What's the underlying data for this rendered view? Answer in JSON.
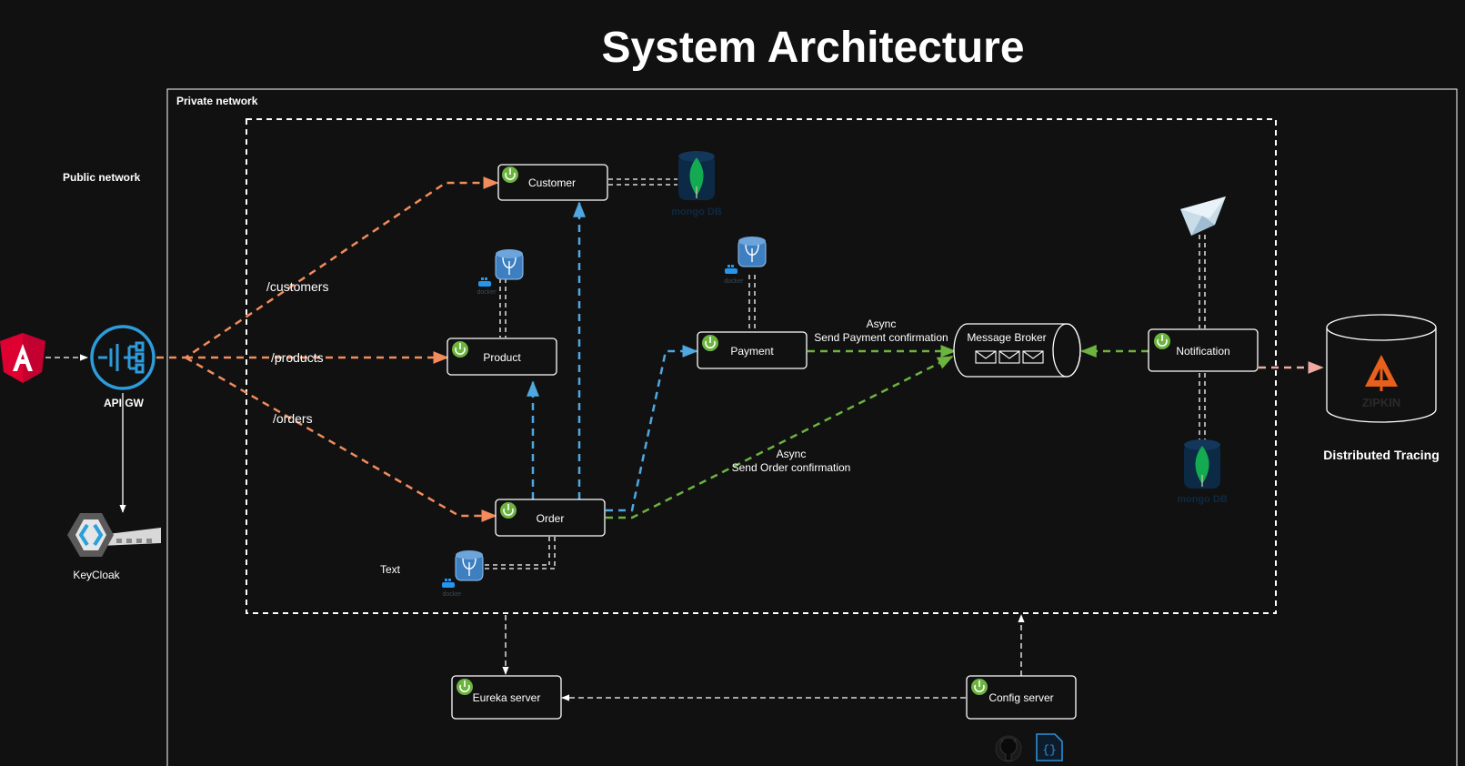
{
  "title": "System Architecture",
  "zones": {
    "public_network": "Public network",
    "private_network": "Private network"
  },
  "gateway": {
    "label": "API GW"
  },
  "auth": {
    "label": "KeyCloak"
  },
  "routes": {
    "customers": "/customers",
    "products": "/products",
    "orders": "/orders"
  },
  "services": {
    "customer": "Customer",
    "product": "Product",
    "order": "Order",
    "payment": "Payment",
    "notification": "Notification",
    "eureka": "Eureka server",
    "config": "Config server"
  },
  "broker": {
    "label": "Message Broker"
  },
  "async_payment": {
    "line1": "Async",
    "line2": "Send Payment confirmation"
  },
  "async_order": {
    "line1": "Async",
    "line2": "Send Order confirmation"
  },
  "db_labels": {
    "mongo": "mongo DB",
    "docker": "docker"
  },
  "stray_text": "Text",
  "tracing": {
    "logo_text": "ZIPKIN",
    "label": "Distributed Tracing"
  },
  "icons": {
    "angular": "angular-icon",
    "gateway": "api-gateway-icon",
    "keycloak": "keycloak-icon",
    "spring": "spring-boot-icon",
    "mongo": "mongodb-icon",
    "postgres": "postgres-docker-icon",
    "mail": "mail-icon",
    "zipkin": "zipkin-icon",
    "github": "github-icon",
    "json": "json-file-icon"
  },
  "colors": {
    "background": "#111111",
    "route_arrow": "#f28c5c",
    "internal_arrow": "#4fa8e0",
    "async_arrow": "#6db33f",
    "spring_green": "#6db33f",
    "mongo_green": "#13aa52",
    "mongo_navy": "#0c2a45",
    "angular_red": "#dd0031",
    "gateway_blue": "#2d9cdb",
    "zipkin_orange": "#e8601c"
  }
}
